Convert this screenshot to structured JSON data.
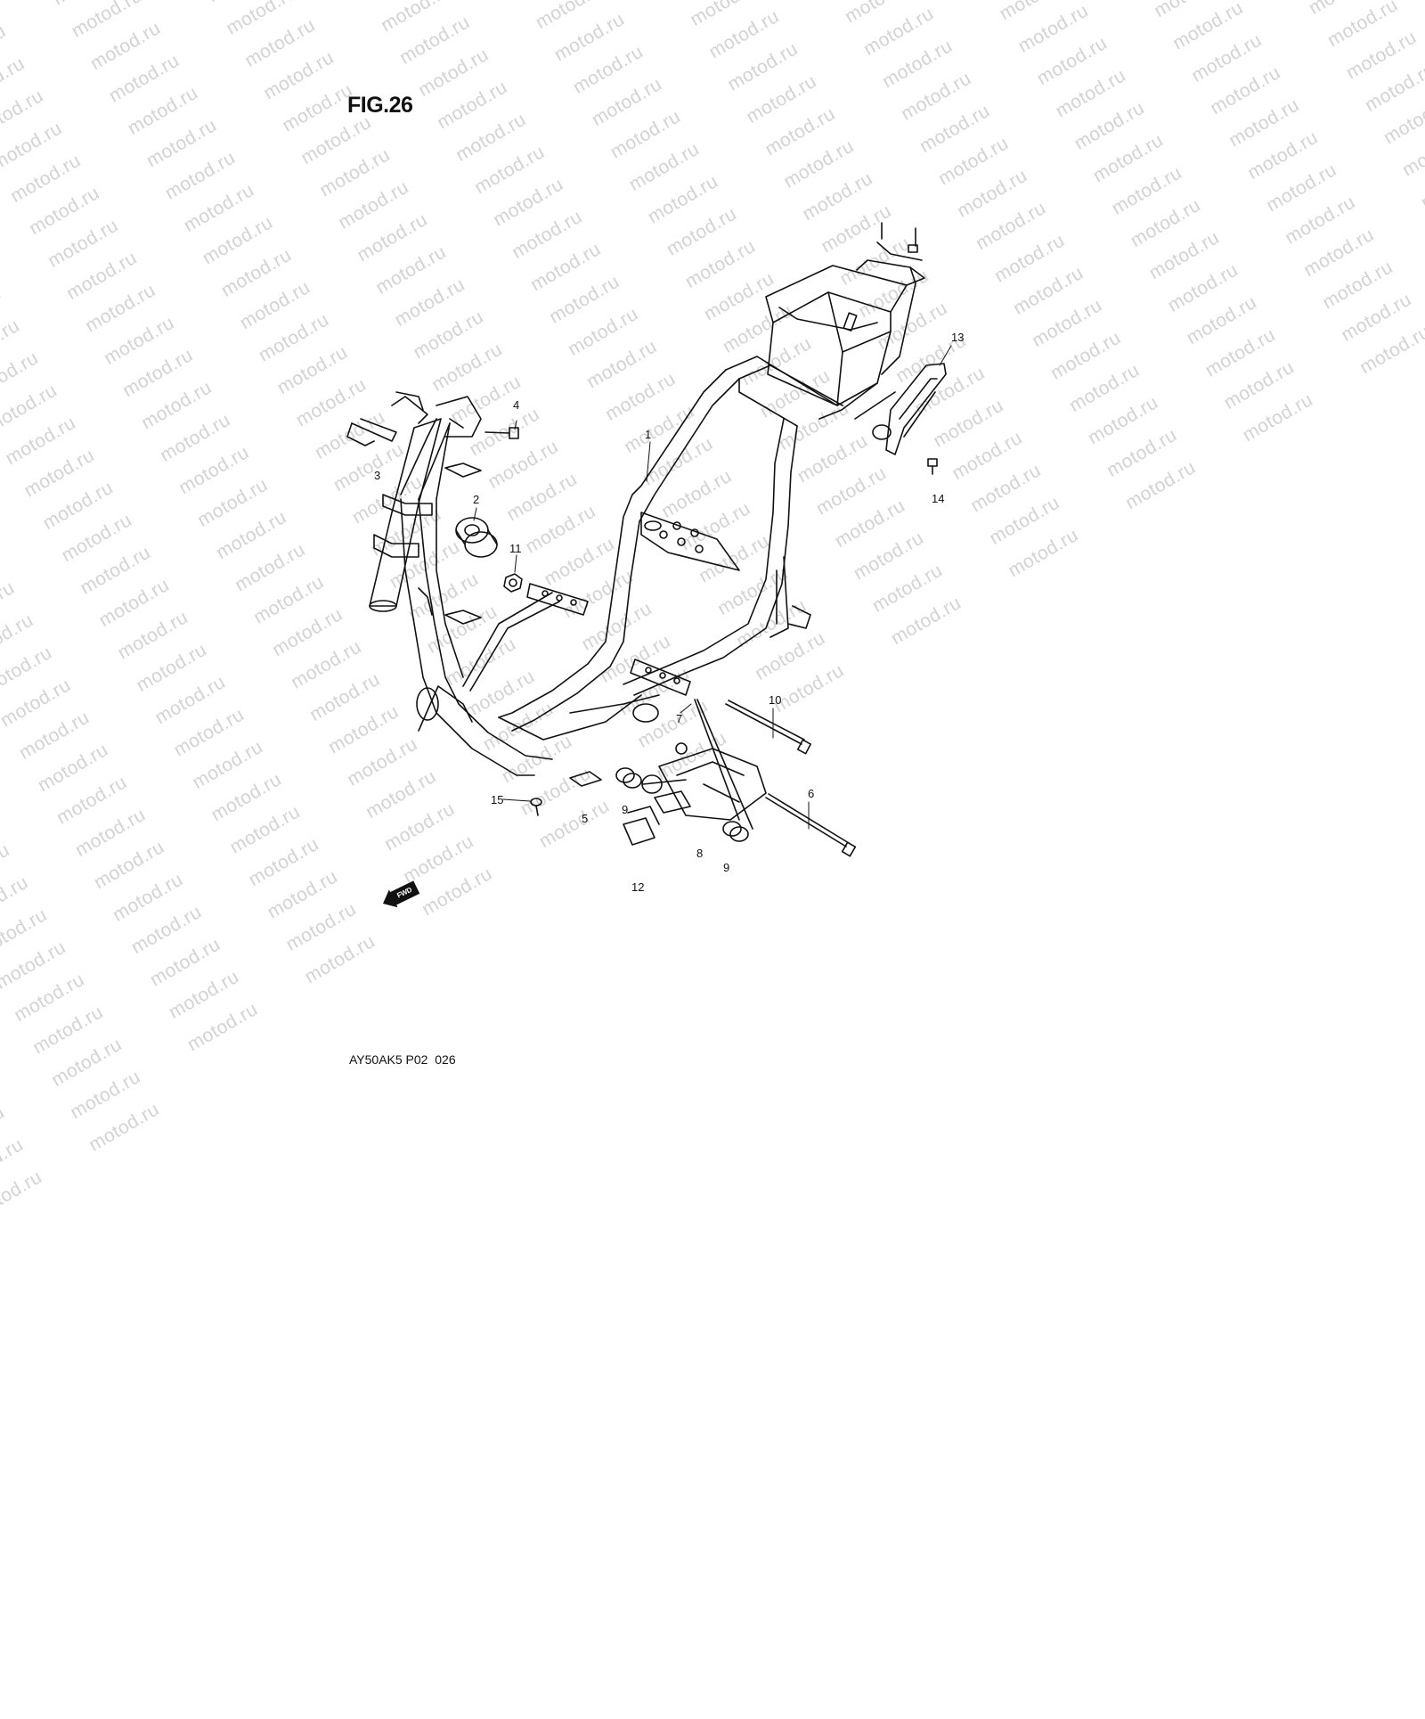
{
  "figure": {
    "title": "FIG.26",
    "footer_code": "AY50AK5 P02  026"
  },
  "watermark": {
    "text": "motod.ru"
  },
  "front_indicator": {
    "label": "FWD",
    "icon": "front-direction-arrow-icon"
  },
  "callouts": [
    {
      "id": "1",
      "label": "1"
    },
    {
      "id": "2",
      "label": "2"
    },
    {
      "id": "3",
      "label": "3"
    },
    {
      "id": "4",
      "label": "4"
    },
    {
      "id": "5",
      "label": "5"
    },
    {
      "id": "6",
      "label": "6"
    },
    {
      "id": "7",
      "label": "7"
    },
    {
      "id": "8",
      "label": "8"
    },
    {
      "id": "9a",
      "label": "9"
    },
    {
      "id": "9b",
      "label": "9"
    },
    {
      "id": "10",
      "label": "10"
    },
    {
      "id": "11",
      "label": "11"
    },
    {
      "id": "12",
      "label": "12"
    },
    {
      "id": "13",
      "label": "13"
    },
    {
      "id": "14",
      "label": "14"
    },
    {
      "id": "15",
      "label": "15"
    }
  ],
  "colors": {
    "ink": "#111111",
    "watermark": "#d3d3d3",
    "background": "#ffffff"
  }
}
